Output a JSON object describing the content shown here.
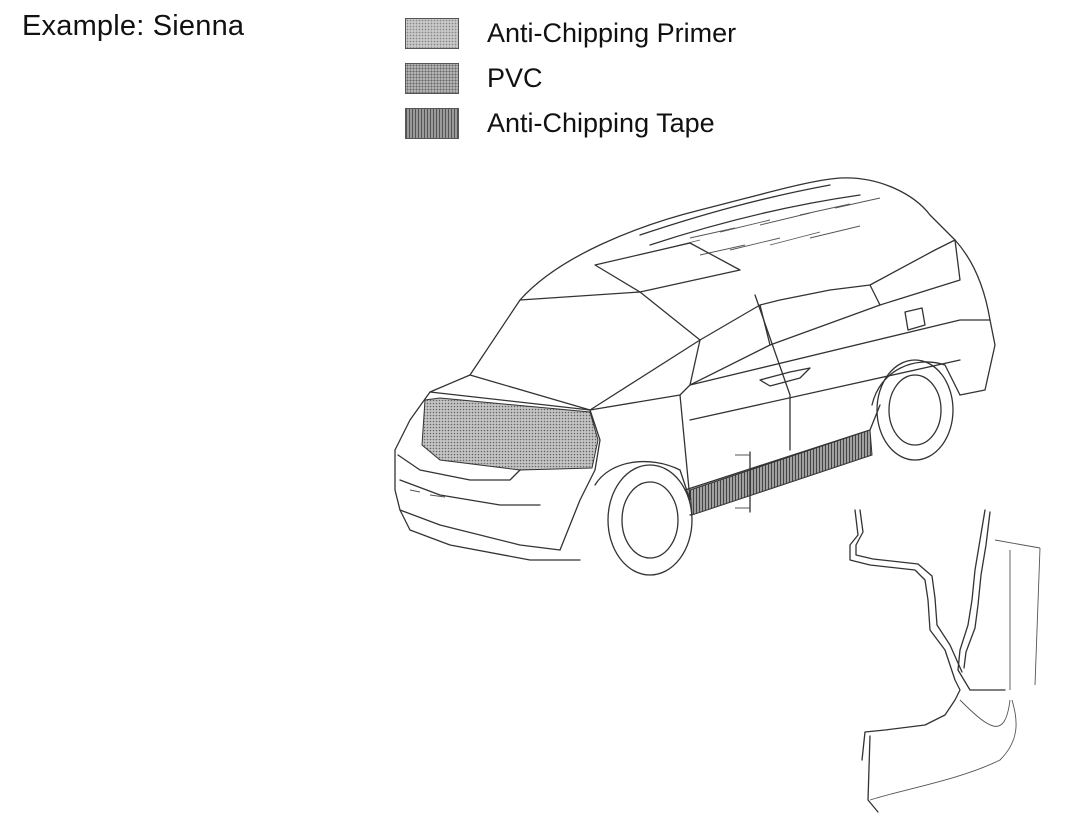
{
  "title": "Example: Sienna",
  "legend": [
    {
      "label": "Anti-Chipping Primer",
      "pattern": "fine-dots"
    },
    {
      "label": "PVC",
      "pattern": "dots"
    },
    {
      "label": "Anti-Chipping Tape",
      "pattern": "vertical-lines"
    }
  ],
  "colors": {
    "line": "#333333",
    "fill_light": "#c9c9c9",
    "fill_mid": "#b3b3b3",
    "fill_dark": "#9a9a9a"
  }
}
